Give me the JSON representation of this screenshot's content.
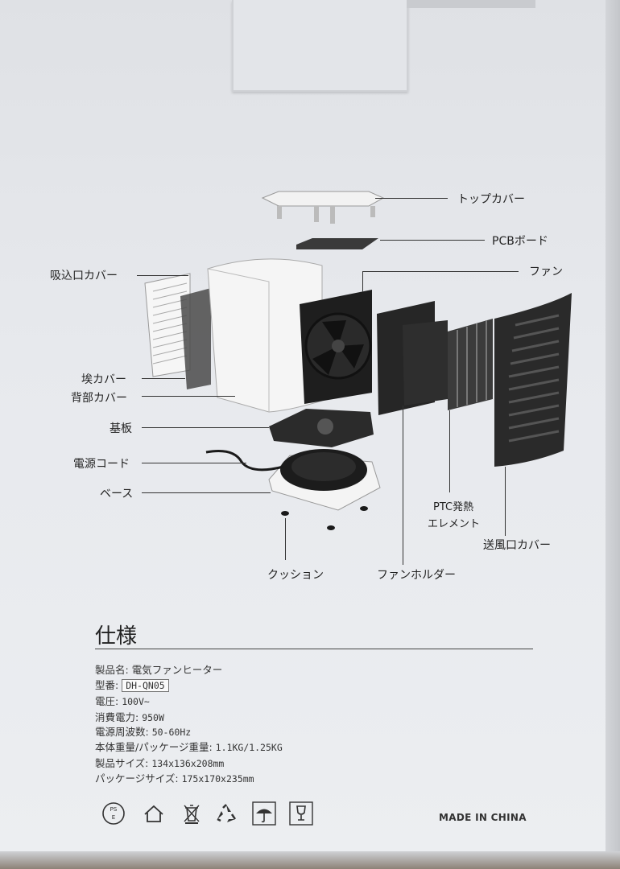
{
  "diagram": {
    "labels": {
      "top_cover": "トップカバー",
      "pcb_board": "PCBボード",
      "intake_cover": "吸込口カバー",
      "fan": "ファン",
      "dust_cover": "埃カバー",
      "back_cover": "背部カバー",
      "substrate": "基板",
      "power_cord": "電源コード",
      "base": "ベース",
      "ptc_element_1": "PTC発熱",
      "ptc_element_2": "エレメント",
      "outlet_cover": "送風口カバー",
      "cushion": "クッション",
      "fan_holder": "ファンホルダー"
    }
  },
  "spec": {
    "title": "仕様",
    "rows": [
      {
        "label": "製品名:",
        "value": "電気ファンヒーター"
      },
      {
        "label": "型番:",
        "value": "DH-QN05"
      },
      {
        "label": "電圧:",
        "value": "100V~"
      },
      {
        "label": "消費電力:",
        "value": "950W"
      },
      {
        "label": "電源周波数:",
        "value": "50-60Hz"
      },
      {
        "label": "本体重量/パッケージ重量:",
        "value": "1.1KG/1.25KG"
      },
      {
        "label": "製品サイズ:",
        "value": "134x136x208mm"
      },
      {
        "label": "パッケージサイズ:",
        "value": "175x170x235mm"
      }
    ]
  },
  "footer": {
    "made_in": "MADE IN CHINA",
    "pse_mark": "PSE",
    "icons": [
      "pse-icon",
      "home-use-icon",
      "no-trash-bin-icon",
      "recycle-icon",
      "keep-dry-umbrella-icon",
      "fragile-glass-icon"
    ]
  }
}
